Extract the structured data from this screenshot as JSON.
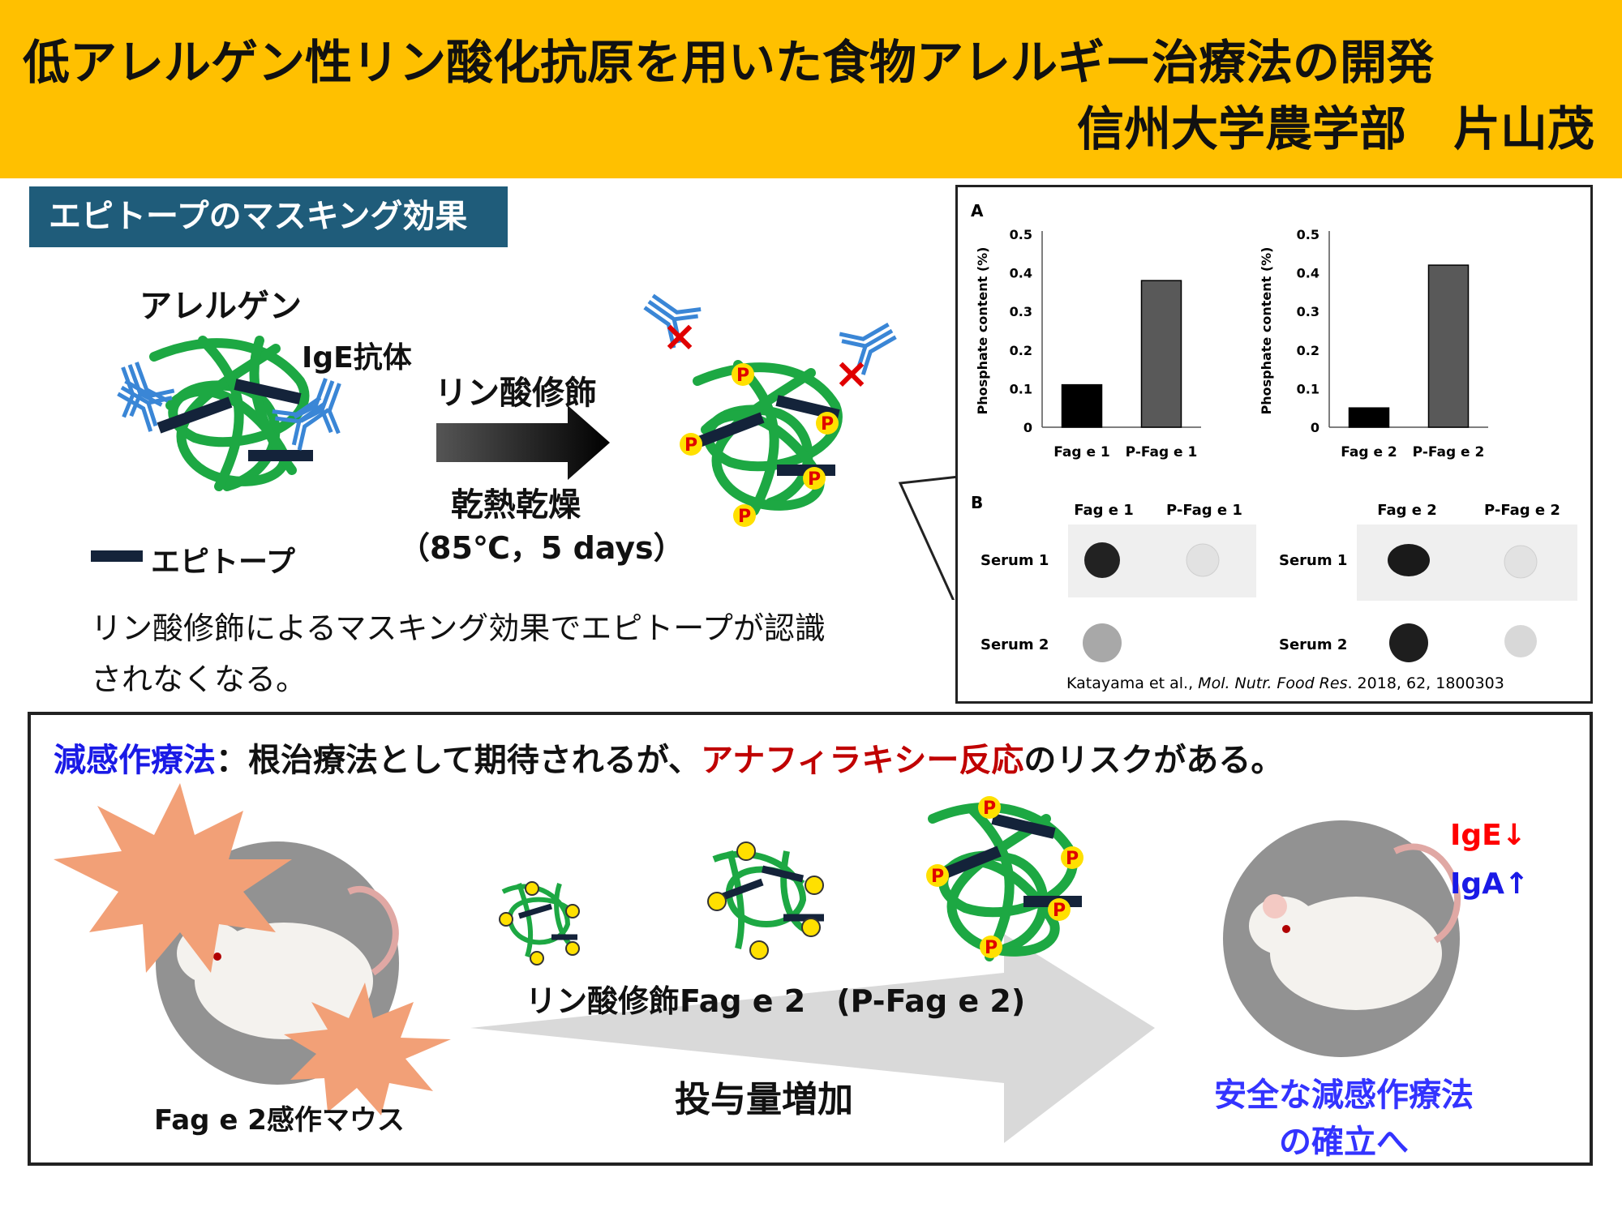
{
  "header": {
    "title": "低アレルゲン性リン酸化抗原を用いた食物アレルギー治療法の開発",
    "author": "信州大学農学部　片山茂",
    "background_color": "#FFC000"
  },
  "masking": {
    "section_label": "エピトープのマスキング効果",
    "allergen_label": "アレルゲン",
    "ige_label": "IgE抗体",
    "arrow_top_label": "リン酸修飾",
    "arrow_bottom_label": "乾熱乾燥",
    "condition_label": "（85℃，5 days）",
    "epitope_legend": "エピトープ",
    "description_line1": "リン酸修飾によるマスキング効果でエピトープが認識",
    "description_line2": "されなくなる。",
    "phosphate_symbol": "P",
    "block_symbol": "×"
  },
  "figure": {
    "panel_a_label": "A",
    "panel_b_label": "B",
    "ylabel": "Phosphate content (%)",
    "blot_columns_left": [
      "Fag e 1",
      "P-Fag e 1"
    ],
    "blot_columns_right": [
      "Fag e 2",
      "P-Fag e 2"
    ],
    "blot_rows": [
      "Serum 1",
      "Serum 2"
    ],
    "citation_author": "Katayama et al., ",
    "citation_journal": "Mol. Nutr. Food Res",
    "citation_rest": ". 2018, 62, 1800303"
  },
  "chart_data": [
    {
      "type": "bar",
      "categories": [
        "Fag e 1",
        "P-Fag e 1"
      ],
      "values": [
        0.11,
        0.38
      ],
      "colors": [
        "#000000",
        "#595959"
      ],
      "ylabel": "Phosphate content (%)",
      "ylim": [
        0,
        0.5
      ],
      "yticks": [
        "0",
        "0.1",
        "0.2",
        "0.3",
        "0.4",
        "0.5"
      ]
    },
    {
      "type": "bar",
      "categories": [
        "Fag e 2",
        "P-Fag e 2"
      ],
      "values": [
        0.05,
        0.42
      ],
      "colors": [
        "#000000",
        "#595959"
      ],
      "ylabel": "Phosphate content (%)",
      "ylim": [
        0,
        0.5
      ],
      "yticks": [
        "0",
        "0.1",
        "0.2",
        "0.3",
        "0.4",
        "0.5"
      ]
    }
  ],
  "therapy": {
    "headline_term": "減感作療法",
    "headline_sep": "：",
    "headline_mid": "根治療法として期待されるが、",
    "headline_risk": "アナフィラキシー反応",
    "headline_end": "のリスクがある。",
    "term_color": "#1A1AE6",
    "risk_color": "#C00000",
    "mouse_label": "Fag e 2感作マウス",
    "pfag_label": "リン酸修飾Fag e 2　(P-Fag e 2)",
    "dose_label": "投与量増加",
    "result_line1": "安全な減感作療法",
    "result_line2": "の確立へ",
    "result_color": "#3333FF",
    "ige_label": "IgE↓",
    "ige_color": "#FF0000",
    "iga_label": "IgA↑",
    "iga_color": "#1A1AE6"
  },
  "colors": {
    "protein_green": "#1DA843",
    "epitope_navy": "#14233A",
    "antibody_blue": "#3A86D6",
    "phosphate_yellow": "#FFE000",
    "phosphate_red": "#E00000",
    "starburst": "#F2A077"
  }
}
